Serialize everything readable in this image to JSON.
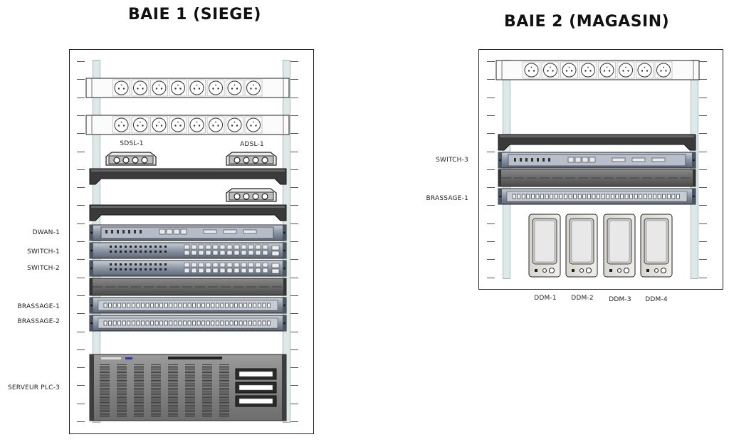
{
  "bay1": {
    "title": "BAIE 1 (SIEGE)",
    "labels": {
      "sdsl": "SDSL-1",
      "adsl": "ADSL-1",
      "dwan": "DWAN-1",
      "switch1": "SWITCH-1",
      "switch2": "SWITCH-2",
      "brassage1": "BRASSAGE-1",
      "brassage2": "BRASSAGE-2",
      "serveur": "SERVEUR PLC-3"
    }
  },
  "bay2": {
    "title": "BAIE 2 (MAGASIN)",
    "labels": {
      "switch3": "SWITCH-3",
      "brassage1": "BRASSAGE-1",
      "ddm1": "DDM-1",
      "ddm2": "DDM-2",
      "ddm3": "DDM-3",
      "ddm4": "DDM-4"
    }
  }
}
